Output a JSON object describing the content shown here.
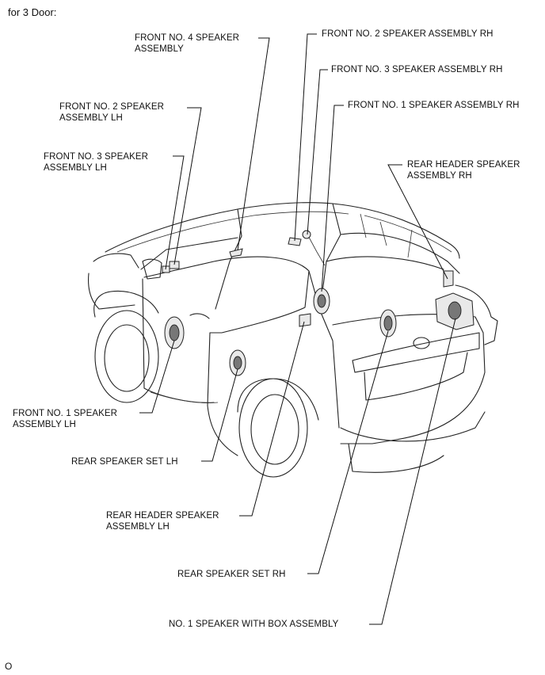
{
  "header": {
    "variant": "for 3 Door:"
  },
  "callouts": [
    {
      "id": "front-no4-speaker",
      "text": "FRONT NO. 4 SPEAKER\nASSEMBLY"
    },
    {
      "id": "front-no2-speaker-rh",
      "text": "FRONT NO. 2 SPEAKER ASSEMBLY RH"
    },
    {
      "id": "front-no3-speaker-rh",
      "text": "FRONT NO. 3 SPEAKER ASSEMBLY RH"
    },
    {
      "id": "front-no2-speaker-lh",
      "text": "FRONT NO. 2 SPEAKER\nASSEMBLY LH"
    },
    {
      "id": "front-no1-speaker-rh",
      "text": "FRONT NO. 1 SPEAKER ASSEMBLY RH"
    },
    {
      "id": "front-no3-speaker-lh",
      "text": "FRONT NO. 3 SPEAKER\nASSEMBLY LH"
    },
    {
      "id": "rear-header-speaker-rh",
      "text": "REAR HEADER SPEAKER\nASSEMBLY RH"
    },
    {
      "id": "front-no1-speaker-lh",
      "text": "FRONT NO. 1 SPEAKER\nASSEMBLY LH"
    },
    {
      "id": "rear-speaker-set-lh",
      "text": "REAR SPEAKER SET LH"
    },
    {
      "id": "rear-header-speaker-lh",
      "text": "REAR HEADER SPEAKER\nASSEMBLY LH"
    },
    {
      "id": "rear-speaker-set-rh",
      "text": "REAR SPEAKER SET RH"
    },
    {
      "id": "no1-speaker-with-box",
      "text": "NO. 1 SPEAKER WITH BOX ASSEMBLY"
    }
  ],
  "footer": {
    "figure_code": "O"
  }
}
